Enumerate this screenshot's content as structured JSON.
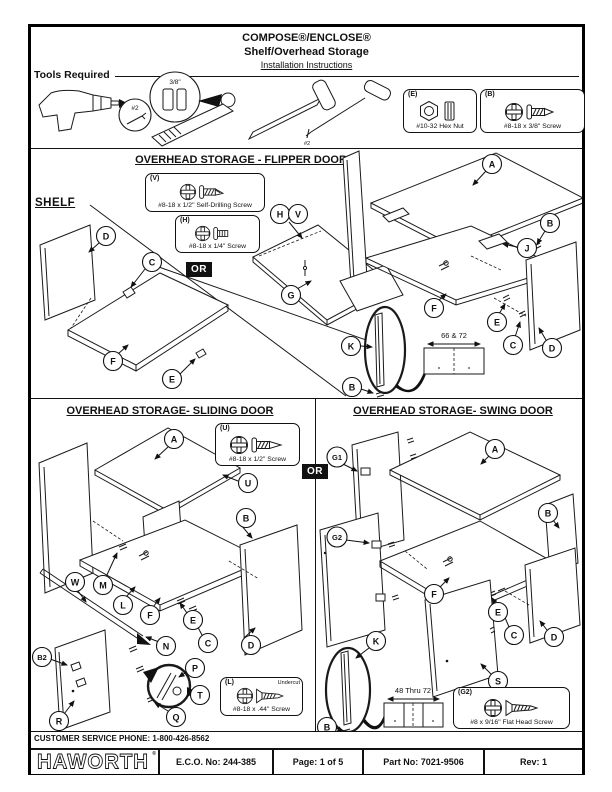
{
  "header": {
    "title": "COMPOSE®/ENCLOSE®",
    "subtitle": "Shelf/Overhead Storage",
    "instructions": "Installation Instructions"
  },
  "tools": {
    "label": "Tools Required",
    "socket_size": "3/8\"",
    "bit_size": "#2",
    "tip_size": "#2"
  },
  "fasteners": {
    "e": {
      "tag": "(E)",
      "label": "#10-32 Hex Nut"
    },
    "b": {
      "tag": "(B)",
      "label": "#8-18 x 3/8\" Screw"
    },
    "v": {
      "tag": "(V)",
      "label": "#8-18 x 1/2\" Self-Drilling Screw"
    },
    "h": {
      "tag": "(H)",
      "label": "#8-18 x 1/4\" Screw"
    },
    "u": {
      "tag": "(U)",
      "label": "#8-18 x 1/2\" Screw"
    },
    "l": {
      "tag": "(L)",
      "label": "#8-18 x .44\" Screw",
      "note": "Undercut"
    },
    "g2": {
      "tag": "(G2)",
      "label": "#8 x 9/16\" Flat Head Screw"
    }
  },
  "sections": {
    "flipper": {
      "title": "OVERHEAD STORAGE - FLIPPER DOOR",
      "or": "OR",
      "shelf": "SHELF",
      "dim": "66 & 72",
      "callouts": [
        "H",
        "V",
        "G",
        "A",
        "B",
        "J",
        "F",
        "E",
        "C",
        "D",
        "K",
        "B"
      ],
      "shelf_callouts": [
        "D",
        "C",
        "F",
        "E"
      ]
    },
    "sliding": {
      "title": "OVERHEAD STORAGE- SLIDING DOOR",
      "or": "OR",
      "callouts": [
        "A",
        "U",
        "B",
        "W",
        "M",
        "L",
        "F",
        "E",
        "C",
        "D",
        "N",
        "B2",
        "R",
        "P",
        "T",
        "Q"
      ]
    },
    "swing": {
      "title": "OVERHEAD STORAGE-  SWING DOOR",
      "dim": "48 Thru 72",
      "callouts": [
        "G1",
        "A",
        "G2",
        "B",
        "F",
        "E",
        "C",
        "D",
        "K",
        "S",
        "B"
      ]
    }
  },
  "footer": {
    "phone": "CUSTOMER SERVICE PHONE: 1-800-426-8562",
    "logo": "HAWORTH",
    "logo_reg": "®",
    "eco": "E.C.O. No: 244-385",
    "page": "Page:  1 of 5",
    "part": "Part No:  7021-9506",
    "rev": "Rev:  1"
  }
}
